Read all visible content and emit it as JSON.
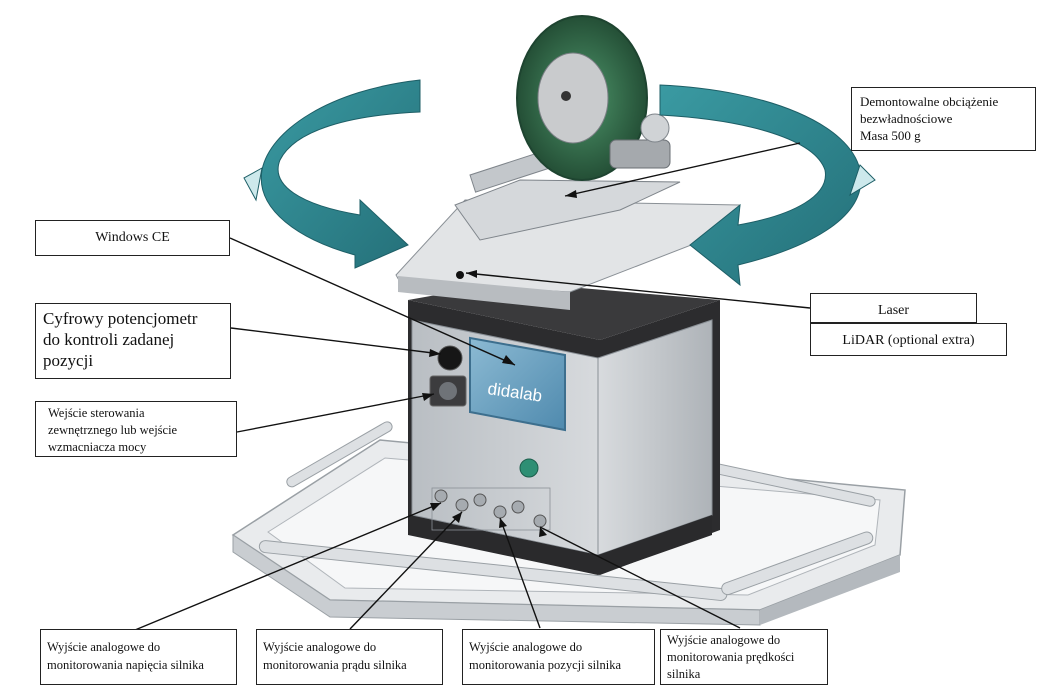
{
  "device": {
    "screen_logo": "didalab",
    "colors": {
      "arrow_teal": "#2e8a93",
      "disk_green": "#2e6e4a",
      "body_gray": "#c8ccd0",
      "screen_blue": "#6fa6c4"
    }
  },
  "callouts": {
    "windows_ce": "Windows CE",
    "inertial_load": {
      "line1": "Demontowalne obciążenie",
      "line2": "bezwładnościowe",
      "line3": "Masa 500 g"
    },
    "laser": "Laser",
    "lidar": "LiDAR (optional extra)",
    "potentiometer": {
      "line1": "Cyfrowy potencjometr",
      "line2": "do kontroli zadanej",
      "line3": "pozycji"
    },
    "control_input": {
      "line1": "Wejście sterowania",
      "line2": "zewnętrznego lub wejście",
      "line3": "wzmacniacza mocy"
    },
    "voltage_output": {
      "line1": "Wyjście analogowe do",
      "line2": "monitorowania napięcia silnika"
    },
    "current_output": {
      "line1": "Wyjście analogowe do",
      "line2": "monitorowania prądu silnika"
    },
    "position_output": {
      "line1": "Wyjście analogowe do",
      "line2": "monitorowania pozycji silnika"
    },
    "speed_output": {
      "line1": "Wyjście analogowe do",
      "line2": "monitorowania prędkości",
      "line3": "silnika"
    }
  }
}
